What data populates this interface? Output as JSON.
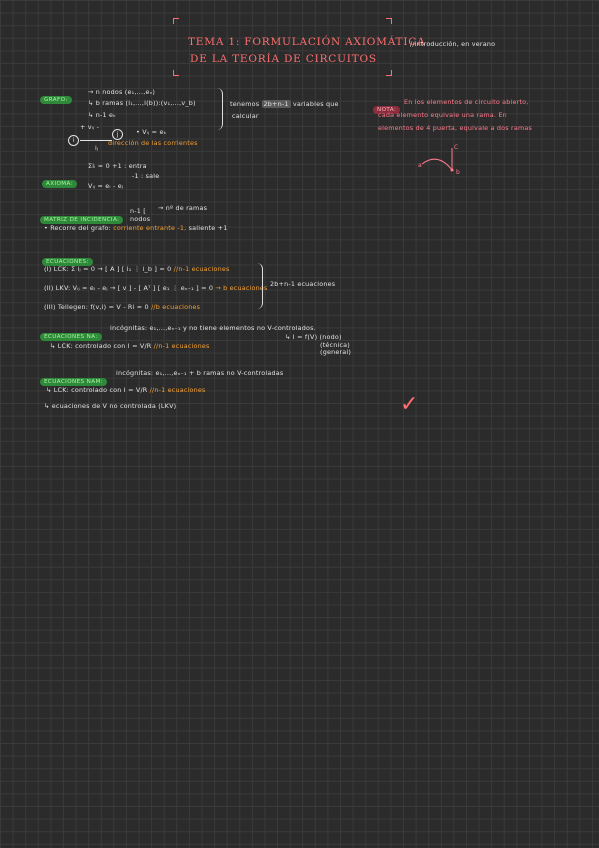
{
  "header": {
    "title_line1": "TEMA 1: FORMULACIÓN AXIOMÁTICA",
    "title_line2": "DE LA TEORÍA DE CIRCUITOS",
    "side_note": "//introducción, en verano"
  },
  "grafo": {
    "tag": "GRAFO:",
    "line1": "→ n nodos (e₁,...,eₙ)",
    "line2": "↳ b ramas (i₁,...,i(b)):(v₁,...,v_b)",
    "line3": "↳ n-1 eₖ",
    "vij_label": "+ vᵢⱼ -",
    "node_i": "i",
    "node_j": "j",
    "vij_eq": "• Vᵢⱼ = eₖ",
    "current": "iⱼ",
    "current_note": "dirección de las corrientes",
    "right_text1": "tenemos",
    "right_hl": "2b+n-1",
    "right_text2": "variables que",
    "right_text3": "calcular"
  },
  "nota": {
    "tag": "NOTA:",
    "line1": "En los elementos de circuito abierto,",
    "line2": "cada elemento equivale una rama. En",
    "line3": "elementos de 4 puerta, equivale a dos ramas",
    "diagram_c": "C",
    "diagram_a": "a",
    "diagram_b": "b"
  },
  "axioma": {
    "tag": "AXIOMA:",
    "line1": "Σiᵢ = 0  +1 : entra",
    "line1b": "-1 : sale",
    "line2": "Vᵢⱼ = eᵢ - eⱼ"
  },
  "matriz": {
    "tag": "MATRIZ DE INCIDENCIA:",
    "frac_top": "n-1 [",
    "frac_bottom": "nodos",
    "arrow_text": "→ nº de ramas",
    "line2_a": "• Recorre del grafo:",
    "line2_b": "corriente entrante -1,",
    "line2_c": "saliente +1"
  },
  "ecuaciones": {
    "tag": "ECUACIONES:",
    "lck_label": "(I) LCK:",
    "lck_eq": "Σ iⱼ = 0  →  [ A ] [ i₁ ⋮ i_b ] = 0",
    "lck_note": "//n-1 ecuaciones",
    "lkv_label": "(II) LKV:",
    "lkv_eq": "Vᵢⱼ = eᵢ - eⱼ → [ v ] - [ Aᵀ ] [ e₁ ⋮ eₙ₋₁ ] = 0",
    "lkv_note": "→ b ecuaciones",
    "tellegen_label": "(III) Tellegen:",
    "tellegen_eq": "f(v,i) = V - Ri = 0",
    "tellegen_note": "//b ecuaciones",
    "total": "2b+n-1 ecuaciones"
  },
  "ecuaciones_na": {
    "tag": "ECUACIONES NA:",
    "line1": "incógnitas: e₁,...,eₙ₋₁ y no tiene elementos no V-controlados.",
    "line2_a": "↳ LCK: controlado con",
    "line2_eq": "I = V/R",
    "line2_note": "//n-1 ecuaciones",
    "right1": "↳ I = f(V) (nodo)",
    "right2": "(técnica)",
    "right3": "(general)"
  },
  "ecuaciones_nam": {
    "tag": "ECUACIONES NAM:",
    "line1": "incógnitas: e₁,...,eₙ₋₁ + b ramas no V-controladas",
    "line2_a": "↳ LCK: controlado con",
    "line2_eq": "I = V/R",
    "line2_note": "//n-1 ecuaciones",
    "line3": "↳ ecuaciones de V no controlada (LKV)"
  },
  "checkmark": "✓"
}
